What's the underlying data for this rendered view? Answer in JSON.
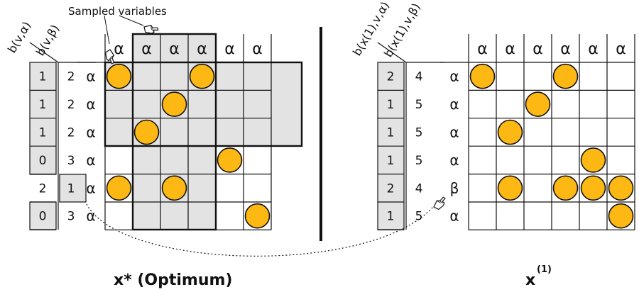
{
  "annotation": {
    "sampled_label": "Sampled variables"
  },
  "left": {
    "header_alpha": "b(v,α)",
    "header_beta": "b(v,β)",
    "col_labels": [
      "α",
      "α",
      "α",
      "α",
      "α",
      "α"
    ],
    "row_labels": [
      "α",
      "α",
      "α",
      "α",
      "α",
      "α"
    ],
    "b_alpha": [
      "1",
      "1",
      "1",
      "0",
      "2",
      "0"
    ],
    "b_beta": [
      "2",
      "2",
      "2",
      "3",
      "1",
      "3"
    ],
    "caption": "x*  (Optimum)"
  },
  "right": {
    "header_alpha": "b(x(1),v,α)",
    "header_beta": "b(x(1),v,β)",
    "col_labels": [
      "α",
      "α",
      "α",
      "α",
      "α",
      "α"
    ],
    "row_labels": [
      "α",
      "α",
      "α",
      "α",
      "β",
      "α"
    ],
    "b_alpha": [
      "2",
      "1",
      "1",
      "1",
      "2",
      "1"
    ],
    "b_beta": [
      "4",
      "5",
      "5",
      "5",
      "4",
      "5"
    ],
    "caption_base": "x",
    "caption_sup": "(1)"
  },
  "colors": {
    "dot": "#FDB813",
    "shade": "#e3e3e3",
    "line": "#111111"
  }
}
